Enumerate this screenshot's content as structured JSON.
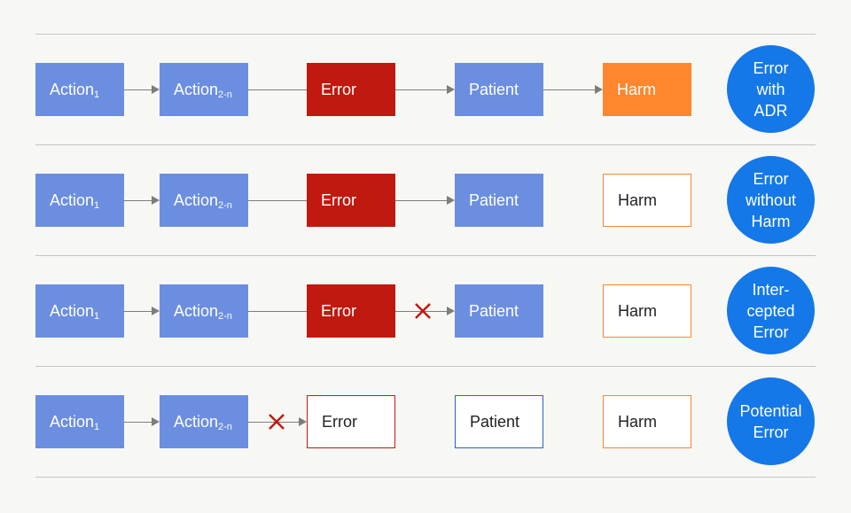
{
  "rows": [
    {
      "action1": {
        "text": "Action",
        "sub": "1"
      },
      "action2": {
        "text": "Action",
        "sub": "2-n"
      },
      "error": "Error",
      "patient": "Patient",
      "harm": "Harm",
      "outcome": [
        "Error",
        "with",
        "ADR"
      ]
    },
    {
      "action1": {
        "text": "Action",
        "sub": "1"
      },
      "action2": {
        "text": "Action",
        "sub": "2-n"
      },
      "error": "Error",
      "patient": "Patient",
      "harm": "Harm",
      "outcome": [
        "Error",
        "without",
        "Harm"
      ]
    },
    {
      "action1": {
        "text": "Action",
        "sub": "1"
      },
      "action2": {
        "text": "Action",
        "sub": "2-n"
      },
      "error": "Error",
      "patient": "Patient",
      "harm": "Harm",
      "outcome": [
        "Inter-",
        "cepted",
        "Error"
      ]
    },
    {
      "action1": {
        "text": "Action",
        "sub": "1"
      },
      "action2": {
        "text": "Action",
        "sub": "2-n"
      },
      "error": "Error",
      "patient": "Patient",
      "harm": "Harm",
      "outcome": [
        "Potential",
        "Error"
      ]
    }
  ],
  "colors": {
    "action_blue": "#6b8ee0",
    "error_red": "#c0190f",
    "harm_orange": "#fd862e",
    "outcome_blue": "#1478e8",
    "patient_outline_blue": "#2961c9",
    "connector_gray": "#7d7d7d",
    "block_x_red": "#c0190f"
  }
}
